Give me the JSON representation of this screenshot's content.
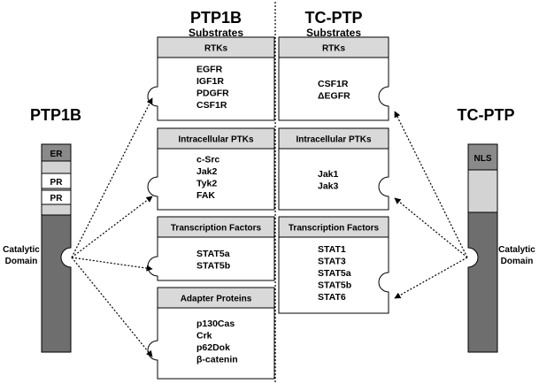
{
  "left_column": {
    "title": "PTP1B",
    "subtitle": "Substrates",
    "boxes": [
      {
        "header": "RTKs",
        "items": [
          "EGFR",
          "IGF1R",
          "PDGFR",
          "CSF1R"
        ]
      },
      {
        "header": "Intracellular PTKs",
        "items": [
          "c-Src",
          "Jak2",
          "Tyk2",
          "FAK"
        ]
      },
      {
        "header": "Transcription Factors",
        "items": [
          "STAT5a",
          "STAT5b"
        ]
      },
      {
        "header": "Adapter Proteins",
        "items": [
          "p130Cas",
          "Crk",
          "p62Dok",
          "β-catenin"
        ]
      }
    ]
  },
  "right_column": {
    "title": "TC-PTP",
    "subtitle": "Substrates",
    "boxes": [
      {
        "header": "RTKs",
        "items": [
          "CSF1R",
          "ΔEGFR"
        ]
      },
      {
        "header": "Intracellular PTKs",
        "items": [
          "Jak1",
          "Jak3"
        ]
      },
      {
        "header": "Transcription Factors",
        "items": [
          "STAT1",
          "STAT3",
          "STAT5a",
          "STAT5b",
          "STAT6"
        ]
      }
    ]
  },
  "ptp1b_protein": {
    "label": "PTP1B",
    "segments": [
      "ER",
      "PR",
      "PR"
    ],
    "domain_label": [
      "Catalytic",
      "Domain"
    ]
  },
  "tcptp_protein": {
    "label": "TC-PTP",
    "segments": [
      "NLS"
    ],
    "domain_label": [
      "Catalytic",
      "Domain"
    ]
  },
  "colors": {
    "box_header": "#d9d9d9",
    "catalytic_domain": "#6e6e6e",
    "er_nls_segment": "#8a8a8a",
    "light_segment": "#d3d3d3",
    "stroke": "#000000"
  }
}
